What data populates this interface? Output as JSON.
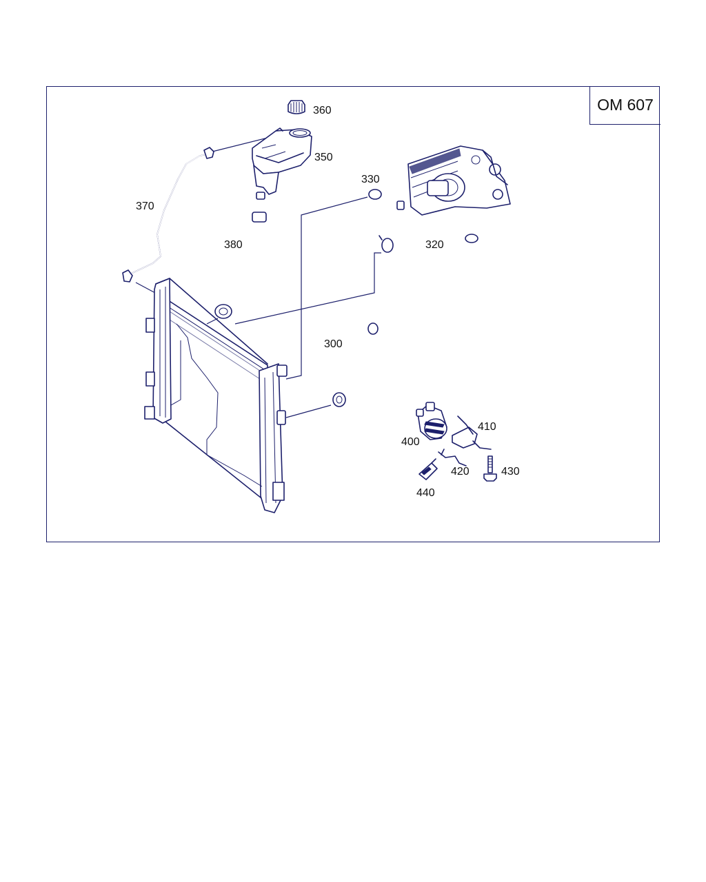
{
  "engine_label": "OM 607",
  "callouts": {
    "p300": "300",
    "p320": "320",
    "p330": "330",
    "p350": "350",
    "p360": "360",
    "p370": "370",
    "p380": "380",
    "p400": "400",
    "p410": "410",
    "p420": "420",
    "p430": "430",
    "p440": "440"
  },
  "colors": {
    "ink": "#1c1f6b",
    "background": "#ffffff"
  }
}
